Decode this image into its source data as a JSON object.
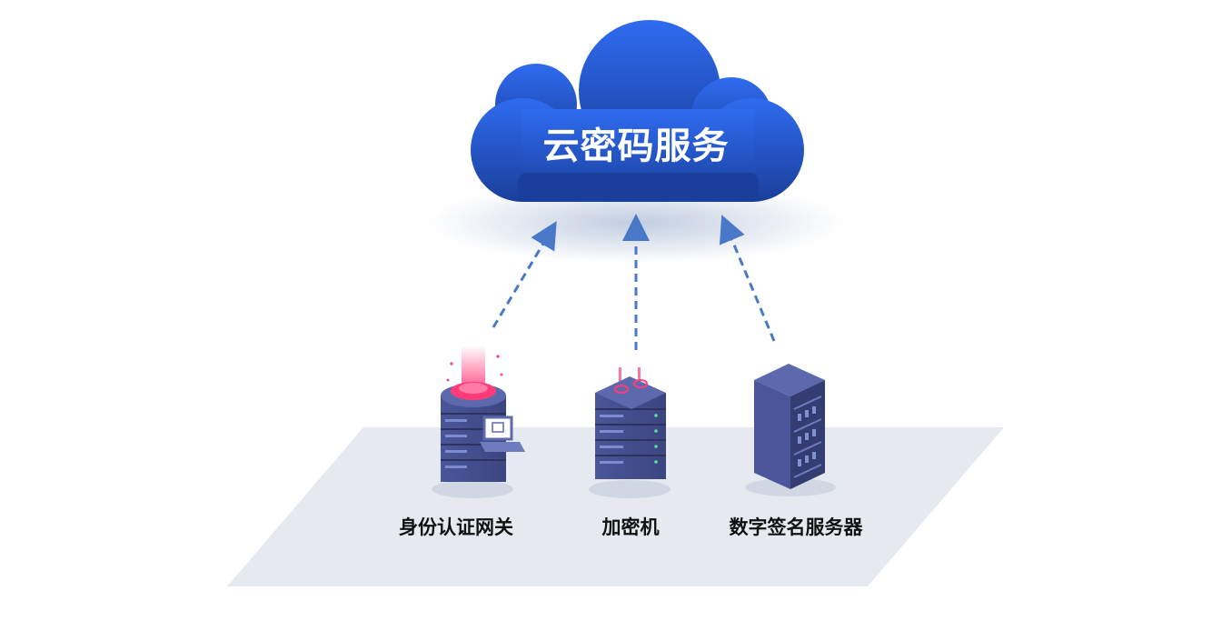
{
  "cloud": {
    "title": "云密码服务"
  },
  "nodes": [
    {
      "label": "身份认证网关",
      "icon": "identity-gateway-server-icon"
    },
    {
      "label": "加密机",
      "icon": "encryption-machine-icon"
    },
    {
      "label": "数字签名服务器",
      "icon": "digital-signature-server-icon"
    }
  ],
  "colors": {
    "cloud_top": "#2f6bf0",
    "cloud_bottom": "#1a3f9a",
    "arrow": "#4a78c8",
    "platform": "#e6eaf0",
    "server": "#4a5699",
    "glow": "#ff3b7a"
  }
}
